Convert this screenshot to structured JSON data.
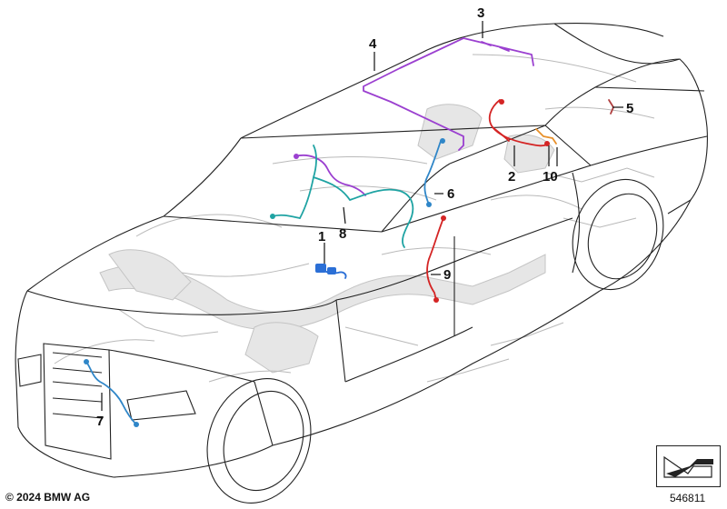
{
  "diagram": {
    "callouts": [
      {
        "id": "1",
        "label": "1",
        "color": "#2b6fd6"
      },
      {
        "id": "2",
        "label": "2",
        "color": "#d42424"
      },
      {
        "id": "3",
        "label": "3",
        "color": "#9b40d0"
      },
      {
        "id": "4",
        "label": "4",
        "color": "#9b40d0"
      },
      {
        "id": "5",
        "label": "5",
        "color": "#b04040"
      },
      {
        "id": "6",
        "label": "6",
        "color": "#2f86c8"
      },
      {
        "id": "7",
        "label": "7",
        "color": "#2f86c8"
      },
      {
        "id": "8",
        "label": "8",
        "color": "#1fa3a3"
      },
      {
        "id": "9",
        "label": "9",
        "color": "#d42424"
      },
      {
        "id": "10",
        "label": "10",
        "color": "#e8902a"
      }
    ]
  },
  "footer": {
    "copyright": "© 2024 BMW AG",
    "diagram_number": "546811",
    "nav_icon": "corner-arrow-icon"
  }
}
